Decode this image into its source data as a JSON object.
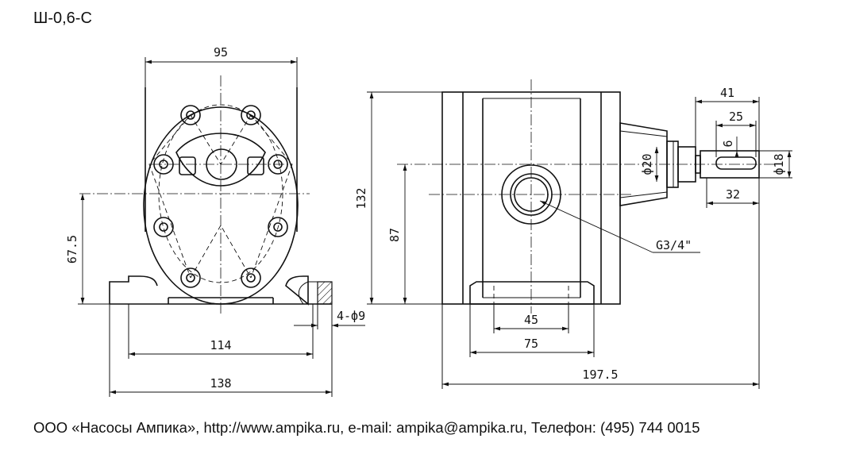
{
  "title": "Ш-0,6-С",
  "footer": "ООО «Насосы Ампика», http://www.ampika.ru, e-mail: ampika@ampika.ru, Телефон: (495) 744 0015",
  "dims": {
    "d95": "95",
    "d67_5": "67.5",
    "d114": "114",
    "d138": "138",
    "d4phi9": "4-ф9",
    "d132": "132",
    "d87": "87",
    "d45": "45",
    "d75": "75",
    "d197_5": "197.5",
    "d41": "41",
    "d25": "25",
    "d6": "6",
    "d32": "32",
    "dphi20": "ф20",
    "dphi18": "ф18",
    "g34": "G3/4\""
  }
}
